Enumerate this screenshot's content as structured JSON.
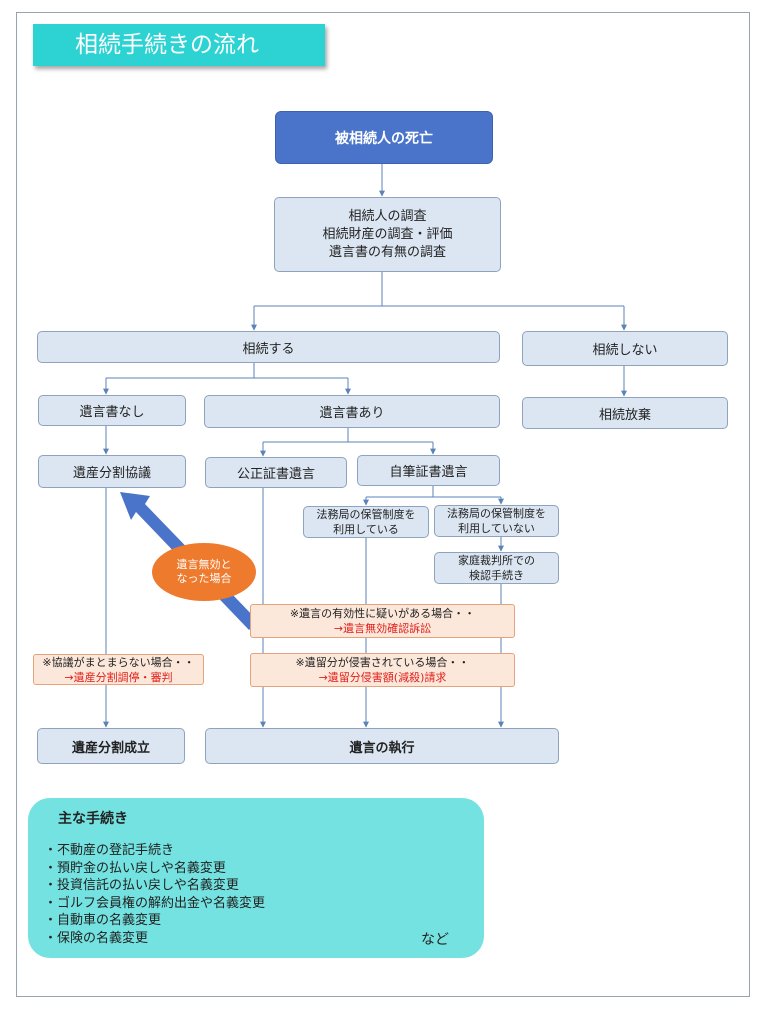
{
  "title": "相続手続きの流れ",
  "nodes": {
    "death": "被相続人の死亡",
    "investigation": [
      "相続人の調査",
      "相続財産の調査・評価",
      "遺言書の有無の調査"
    ],
    "inherit": "相続する",
    "not_inherit": "相続しない",
    "no_will": "遺言書なし",
    "has_will": "遺言書あり",
    "renounce": "相続放棄",
    "division_talk": "遺産分割協議",
    "notarial_will": "公正証書遺言",
    "holographic_will": "自筆証書遺言",
    "using_custody": [
      "法務局の保管制度を",
      "利用している"
    ],
    "not_using_custody": [
      "法務局の保管制度を",
      "利用していない"
    ],
    "probate": [
      "家庭裁判所での",
      "検認手続き"
    ],
    "division_done": "遺産分割成立",
    "execution": "遺言の執行"
  },
  "oval": [
    "遺言無効と",
    "なった場合"
  ],
  "notes": {
    "validity": [
      "※遺言の有効性に疑いがある場合・・",
      "→遺言無効確認訴訟"
    ],
    "reserved": [
      "※遺留分が侵害されている場合・・",
      "→遺留分侵害額(減殺)請求"
    ],
    "disagree": [
      "※協議がまとまらない場合・・",
      "→遺産分割調停・審判"
    ]
  },
  "summary": {
    "heading": "主な手続き",
    "items": [
      "・不動産の登記手続き",
      "・預貯金の払い戻しや名義変更",
      "・投資信託の払い戻しや名義変更",
      "・ゴルフ会員権の解約出金や名義変更",
      "・自動車の名義変更",
      "・保険の名義変更"
    ],
    "etc": "など"
  },
  "colors": {
    "title_banner": "#2dd3d3",
    "dark_box": "#4a74c9",
    "light_box": "#dbe6f2",
    "connector": "#5b83b8",
    "note_bg": "#fce8db",
    "note_red": "#e0201b",
    "oval": "#ee7a2e",
    "big_arrow": "#4a74c9",
    "summary_bg": "#73e2e0"
  }
}
